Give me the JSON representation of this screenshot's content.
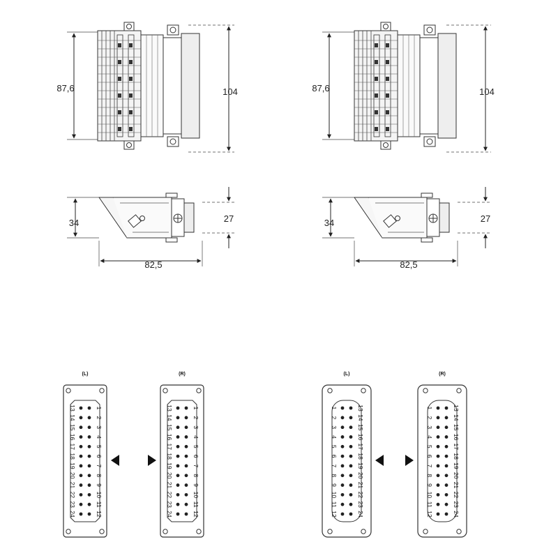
{
  "top_views": {
    "left": {
      "height_inner": "87,6",
      "height_outer": "104"
    },
    "right": {
      "height_inner": "87,6",
      "height_outer": "104"
    }
  },
  "side_views": {
    "left": {
      "height_left": "34",
      "height_right": "27",
      "width": "82,5"
    },
    "right": {
      "height_left": "34",
      "height_right": "27",
      "width": "82,5"
    }
  },
  "pin_layouts": [
    {
      "label": "(L)",
      "style": "rect",
      "arrow": "left",
      "col_left": [
        "13",
        "14",
        "15",
        "16",
        "17",
        "18",
        "19",
        "20",
        "21",
        "22",
        "23",
        "24"
      ],
      "col_right": [
        "1",
        "2",
        "3",
        "4",
        "5",
        "6",
        "7",
        "8",
        "9",
        "10",
        "11",
        "12"
      ]
    },
    {
      "label": "(R)",
      "style": "rect",
      "arrow": "right",
      "col_left": [
        "13",
        "14",
        "15",
        "16",
        "17",
        "18",
        "19",
        "20",
        "21",
        "22",
        "23",
        "24"
      ],
      "col_right": [
        "1",
        "2",
        "3",
        "4",
        "5",
        "6",
        "7",
        "8",
        "9",
        "10",
        "11",
        "12"
      ]
    },
    {
      "label": "(L)",
      "style": "round",
      "arrow": "left",
      "col_left": [
        "1",
        "2",
        "3",
        "4",
        "5",
        "6",
        "7",
        "8",
        "9",
        "10",
        "11",
        "12"
      ],
      "col_right": [
        "13",
        "14",
        "15",
        "16",
        "17",
        "18",
        "19",
        "20",
        "21",
        "22",
        "23",
        "24"
      ]
    },
    {
      "label": "(R)",
      "style": "round",
      "arrow": "right",
      "col_left": [
        "1",
        "2",
        "3",
        "4",
        "5",
        "6",
        "7",
        "8",
        "9",
        "10",
        "11",
        "12"
      ],
      "col_right": [
        "13",
        "14",
        "15",
        "16",
        "17",
        "18",
        "19",
        "20",
        "21",
        "22",
        "23",
        "24"
      ]
    }
  ],
  "earth_symbol": "⏚"
}
